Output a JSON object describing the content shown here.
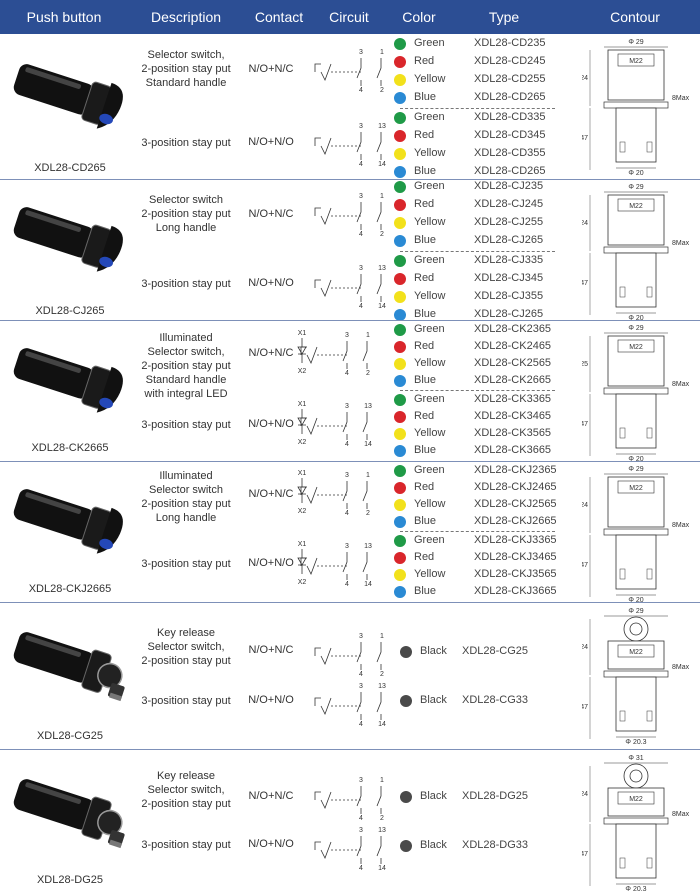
{
  "header": {
    "push_button": "Push button",
    "description": "Description",
    "contact": "Contact",
    "circuit": "Circuit",
    "color": "Color",
    "type": "Type",
    "contour": "Contour"
  },
  "colors": {
    "header_bg": "#2c4e94",
    "green": "#1f9a47",
    "red": "#d9262b",
    "yellow": "#f2e11b",
    "blue": "#2a8ad4",
    "black": "#4a4a4a"
  },
  "sections": [
    {
      "model": "XDL28-CD265",
      "desc_a": [
        "Selector switch,",
        "2-position stay put",
        "Standard handle"
      ],
      "contact_a": "N/O+N/C",
      "desc_b": [
        "3-position stay put"
      ],
      "contact_b": "N/O+N/O",
      "circuit_a": {
        "t1": "3",
        "t2": "1",
        "b1": "4",
        "b2": "2"
      },
      "circuit_b": {
        "t1": "3",
        "t2": "13",
        "b1": "4",
        "b2": "14"
      },
      "rows": [
        {
          "color": "Green",
          "type": "XDL28-CD235"
        },
        {
          "color": "Red",
          "type": "XDL28-CD245"
        },
        {
          "color": "Yellow",
          "type": "XDL28-CD255"
        },
        {
          "color": "Blue",
          "type": "XDL28-CD265"
        },
        {
          "color": "Green",
          "type": "XDL28-CD335"
        },
        {
          "color": "Red",
          "type": "XDL28-CD345"
        },
        {
          "color": "Yellow",
          "type": "XDL28-CD355"
        },
        {
          "color": "Blue",
          "type": "XDL28-CD265"
        }
      ],
      "contour": {
        "top": "Φ 29",
        "mid": "M22",
        "left": "24",
        "right": "8Max",
        "low": "47",
        "bot": "Φ 20"
      }
    },
    {
      "model": "XDL28-CJ265",
      "desc_a": [
        "Selector switch",
        "2-position stay put",
        "Long handle"
      ],
      "contact_a": "N/O+N/C",
      "desc_b": [
        "3-position stay put"
      ],
      "contact_b": "N/O+N/O",
      "circuit_a": {
        "t1": "3",
        "t2": "1",
        "b1": "4",
        "b2": "2"
      },
      "circuit_b": {
        "t1": "3",
        "t2": "13",
        "b1": "4",
        "b2": "14"
      },
      "rows": [
        {
          "color": "Green",
          "type": "XDL28-CJ235"
        },
        {
          "color": "Red",
          "type": "XDL28-CJ245"
        },
        {
          "color": "Yellow",
          "type": "XDL28-CJ255"
        },
        {
          "color": "Blue",
          "type": "XDL28-CJ265"
        },
        {
          "color": "Green",
          "type": "XDL28-CJ335"
        },
        {
          "color": "Red",
          "type": "XDL28-CJ345"
        },
        {
          "color": "Yellow",
          "type": "XDL28-CJ355"
        },
        {
          "color": "Blue",
          "type": "XDL28-CJ265"
        }
      ],
      "contour": {
        "top": "Φ 29",
        "mid": "M22",
        "left": "24",
        "right": "8Max",
        "low": "47",
        "bot": "Φ 20"
      }
    },
    {
      "model": "XDL28-CK2665",
      "desc_a": [
        "Illuminated",
        "Selector switch,",
        "2-position stay put",
        "Standard handle",
        "with integral LED"
      ],
      "contact_a": "N/O+N/C",
      "desc_b": [
        "3-position stay put"
      ],
      "contact_b": "N/O+N/O",
      "circuit_a": {
        "x1": "X1",
        "x2": "X2",
        "t1": "3",
        "t2": "1",
        "b1": "4",
        "b2": "2"
      },
      "circuit_b": {
        "x1": "X1",
        "x2": "X2",
        "t1": "3",
        "t2": "13",
        "b1": "4",
        "b2": "14"
      },
      "rows": [
        {
          "color": "Green",
          "type": "XDL28-CK2365"
        },
        {
          "color": "Red",
          "type": "XDL28-CK2465"
        },
        {
          "color": "Yellow",
          "type": "XDL28-CK2565"
        },
        {
          "color": "Blue",
          "type": "XDL28-CK2665"
        },
        {
          "color": "Green",
          "type": "XDL28-CK3365"
        },
        {
          "color": "Red",
          "type": "XDL28-CK3465"
        },
        {
          "color": "Yellow",
          "type": "XDL28-CK3565"
        },
        {
          "color": "Blue",
          "type": "XDL28-CK3665"
        }
      ],
      "contour": {
        "top": "Φ 29",
        "mid": "M22",
        "left": "25",
        "right": "8Max",
        "low": "47",
        "bot": "Φ 20"
      }
    },
    {
      "model": "XDL28-CKJ2665",
      "desc_a": [
        "Illuminated",
        "Selector switch",
        "2-position stay put",
        "Long handle"
      ],
      "contact_a": "N/O+N/C",
      "desc_b": [
        "3-position stay put"
      ],
      "contact_b": "N/O+N/O",
      "circuit_a": {
        "x1": "X1",
        "x2": "X2",
        "t1": "3",
        "t2": "1",
        "b1": "4",
        "b2": "2"
      },
      "circuit_b": {
        "x1": "X1",
        "x2": "X2",
        "t1": "3",
        "t2": "13",
        "b1": "4",
        "b2": "14"
      },
      "rows": [
        {
          "color": "Green",
          "type": "XDL28-CKJ2365"
        },
        {
          "color": "Red",
          "type": "XDL28-CKJ2465"
        },
        {
          "color": "Yellow",
          "type": "XDL28-CKJ2565"
        },
        {
          "color": "Blue",
          "type": "XDL28-CKJ2665"
        },
        {
          "color": "Green",
          "type": "XDL28-CKJ3365"
        },
        {
          "color": "Red",
          "type": "XDL28-CKJ3465"
        },
        {
          "color": "Yellow",
          "type": "XDL28-CKJ3565"
        },
        {
          "color": "Blue",
          "type": "XDL28-CKJ3665"
        }
      ],
      "contour": {
        "top": "Φ 29",
        "mid": "M22",
        "left": "24",
        "right": "8Max",
        "low": "47",
        "bot": "Φ 20"
      }
    },
    {
      "model": "XDL28-CG25",
      "desc_a": [
        "Key release",
        "Selector switch,",
        "2-position stay put"
      ],
      "contact_a": "N/O+N/C",
      "desc_b": [
        "3-position stay put"
      ],
      "contact_b": "N/O+N/O",
      "circuit_a": {
        "t1": "3",
        "t2": "1",
        "b1": "4",
        "b2": "2"
      },
      "circuit_b": {
        "t1": "3",
        "t2": "13",
        "b1": "4",
        "b2": "14"
      },
      "rows": [
        {
          "color": "Black",
          "type": "XDL28-CG25"
        },
        {
          "color": "Black",
          "type": "XDL28-CG33"
        }
      ],
      "contour": {
        "top": "Φ 29",
        "mid": "M22",
        "left": "24",
        "right": "8Max",
        "low": "47",
        "bot": "Φ 20.3"
      }
    },
    {
      "model": "XDL28-DG25",
      "desc_a": [
        "Key release",
        "Selector switch,",
        "2-position stay put"
      ],
      "contact_a": "N/O+N/C",
      "desc_b": [
        "3-position stay put"
      ],
      "contact_b": "N/O+N/O",
      "circuit_a": {
        "t1": "3",
        "t2": "1",
        "b1": "4",
        "b2": "2"
      },
      "circuit_b": {
        "t1": "3",
        "t2": "13",
        "b1": "4",
        "b2": "14"
      },
      "rows": [
        {
          "color": "Black",
          "type": "XDL28-DG25"
        },
        {
          "color": "Black",
          "type": "XDL28-DG33"
        }
      ],
      "contour": {
        "top": "Φ 31",
        "mid": "M22",
        "left": "24",
        "right": "8Max",
        "low": "47",
        "bot": "Φ 20.3"
      }
    }
  ]
}
